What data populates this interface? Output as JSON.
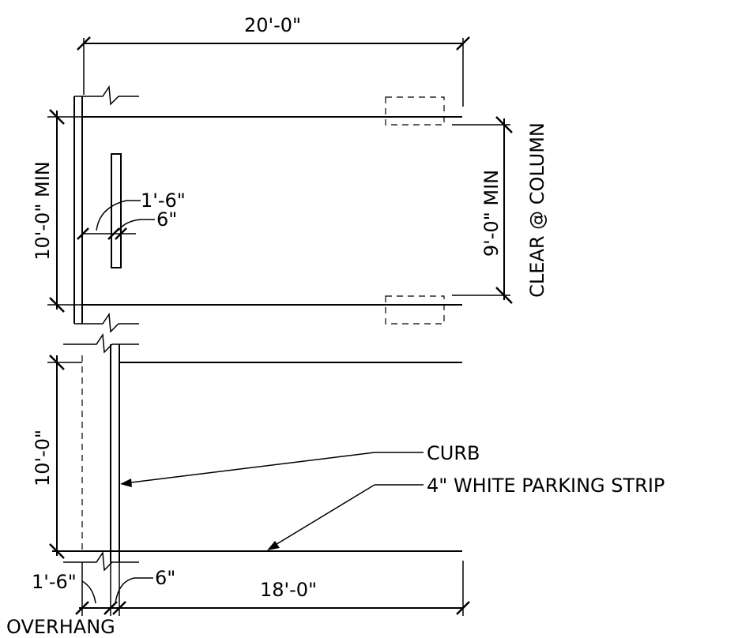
{
  "drawing": {
    "dimensions": {
      "top_width": "20'-0\"",
      "upper_stall_width": "10'-0\" MIN",
      "column_clear": "9'-0\" MIN",
      "column_clear_note": "CLEAR @ COLUMN",
      "upper_curb_offset": "1'-6\"",
      "upper_curb_width": "6\"",
      "lower_stall_width": "10'-0\"",
      "overhang": "1'-6\"",
      "overhang_note": "OVERHANG",
      "curb_width": "6\"",
      "stall_depth": "18'-0\""
    },
    "notes": {
      "curb": "CURB",
      "strip": "4\" WHITE PARKING STRIP"
    }
  }
}
